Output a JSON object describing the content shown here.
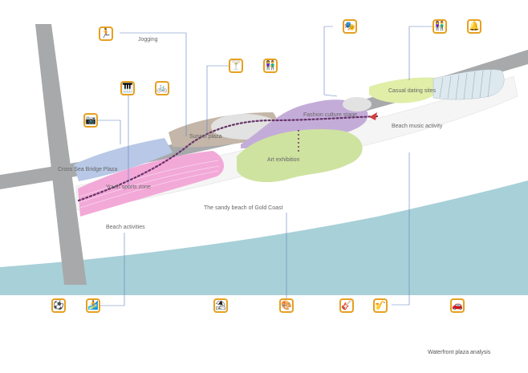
{
  "caption": "Waterfront plaza analysis",
  "labels": {
    "jogging": "Jogging",
    "sunset_plaza": "Sunset plaza",
    "fashion_culture": "Fashion culture stage",
    "casual_dating": "Casual dating sites",
    "beach_music": "Beach music activity",
    "art_exhibition": "Art exhibition",
    "cross_sea_bridge": "Cross Sea Bridge Plaza",
    "youth_sports": "Youth sports zone",
    "gold_coast_beach": "The sandy beach of Gold Coast",
    "beach_activities": "Beach activities"
  },
  "icons": {
    "jogging": "runner-icon",
    "sunset_a": "drink-icon",
    "sunset_b": "couple-icon",
    "fashion": "performer-icon",
    "dating_a": "couple-icon",
    "dating_b": "bell-icon",
    "music_a": "guitar-icon",
    "music_b": "musician-icon",
    "bridge_a": "piano-icon",
    "bridge_b": "cyclist-icon",
    "camera": "camera-icon",
    "beach_a": "football-icon",
    "beach_b": "surfer-icon",
    "art_a": "umbrella-icon",
    "art_b": "sculpture-icon",
    "sand": "car-icon"
  },
  "colors": {
    "road": "#a7a9ab",
    "sea": "#a8d0d8",
    "icon_border": "#e6a020",
    "pink_zone": "#f2a9d8",
    "purple_zone": "#c4acd9",
    "green_zone": "#cfe3a0",
    "blue_zone": "#b8c8e6",
    "brown_zone": "#c4b6a8",
    "path": "#663366"
  }
}
